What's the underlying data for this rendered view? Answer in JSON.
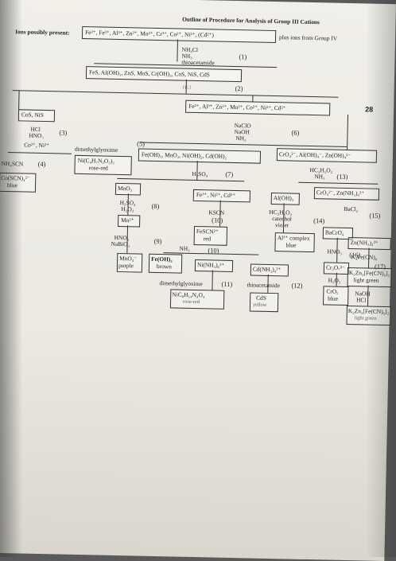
{
  "page_number": "28",
  "title": "Outline of Procedure for Analysis of Group III Cations",
  "ions_present": {
    "label": "Ions possibly present:",
    "ions": "Fe²⁺, Fe³⁺, Al³⁺, Zn²⁺, Mn²⁺, Cr³⁺, Co²⁺, Ni²⁺, (Cd²⁺)",
    "suffix": "plus ions from Group IV"
  },
  "reagents_step1": [
    "NH₄Cl",
    "NH₃",
    "thioacetamide"
  ],
  "step_numbers": [
    "(1)",
    "(2)",
    "(3)",
    "(4)",
    "(5)",
    "(6)",
    "(7)",
    "(8)",
    "(9)",
    "(10)",
    "(10)",
    "(11)",
    "(12)",
    "(13)",
    "(14)",
    "(15)",
    "(16)",
    "(17)"
  ],
  "precipitate_group": "FeS, Al(OH)₃, ZnS, MnS, Cr(OH)₃, CoS, NiS, CdS",
  "hcl_reagent": "HCl",
  "solution_2": "Fe²⁺, Al³⁺, Zn²⁺, Mn²⁺, Co²⁺, Ni²⁺, Cd²⁺",
  "cos_nis": "CoS, NiS",
  "reagents_3": [
    "HCl",
    "HNO₃"
  ],
  "co_ni": "Co²⁺, Ni²⁺",
  "reagents_6": [
    "NaClO",
    "NaOH",
    "NH₃"
  ],
  "scn_reagent": "NH₄SCN",
  "co_scn": [
    "Co(SCN)₄²⁻",
    "blue"
  ],
  "dmg_reagent": "dimethylglyoxime",
  "ni_dmg": [
    "Ni(C₄H₇N₂O₂)₂",
    "rose-red"
  ],
  "precip_5": "Fe(OH)₃, MnO₂, Ni(OH)₂, Cd(OH)₂",
  "solution_6": "CrO₄²⁻, Al(OH)₄⁻, Zn(OH)₄²⁻",
  "h2so4_7": "H₂SO₄",
  "mno2": "MnO₂",
  "reagents_8": [
    "H₂SO₄",
    "H₂O₂"
  ],
  "fe_ni_cd": "Fe³⁺, Ni²⁺, Cd²⁺",
  "reagents_13": [
    "HC₂H₃O₂",
    "NH₃"
  ],
  "mn2": "Mn²⁺",
  "reagents_9": [
    "HNO₃",
    "NaBiO₃"
  ],
  "kscn": "KSCN",
  "fescn": [
    "FeSCN²⁺",
    "red"
  ],
  "nh3_10": "NH₃",
  "aloh3": "Al(OH)₃",
  "reagents_14": [
    "HC₂H₃O₂",
    "catechol",
    "violet"
  ],
  "cro4_zn": "CrO₄²⁻, Zn(NH₃)₄²⁺",
  "bacl2": "BaCl₂",
  "mno4": [
    "MnO₄⁻",
    "purple"
  ],
  "feoh3": [
    "Fe(OH)₃",
    "brown"
  ],
  "ni_nh3": "Ni(NH₃)₆²⁺",
  "cd_nh3": "Cd(NH₃)₄²⁺",
  "al_complex": [
    "Al³⁺ complex",
    "blue"
  ],
  "baCrO4": "BaCrO₄",
  "reagents_16": [
    "HNO₃"
  ],
  "zn_nh3": "Zn(NH₃)₄²⁺",
  "k4fecn6": "K₄Fe(CN)₆",
  "dmg_11": "dimethylglyoxime",
  "thioacetamide_12": "thioacetamide",
  "cr2o7": "Cr₂O₇²⁻",
  "k2zn3": [
    "K₂Zn₃[Fe(CN)₆]₂",
    "light green"
  ],
  "ni_dmg_11": [
    "NiC₈H₁₄N₄O₄",
    "rose-red"
  ],
  "cds": [
    "CdS",
    "yellow"
  ],
  "h2o2_final": "H₂O₂",
  "cro5": [
    "CrO₅",
    "blue"
  ],
  "naoh_hcl": [
    "NaOH",
    "HCl"
  ],
  "final_k2zn": [
    "K₂Zn₃[Fe(CN)₆]₂",
    "light green"
  ]
}
